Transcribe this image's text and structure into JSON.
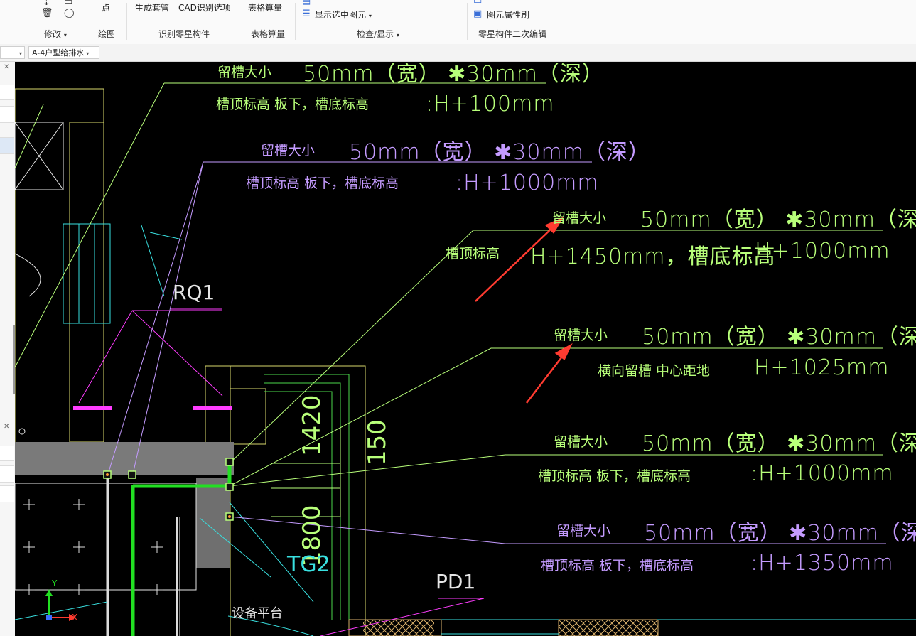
{
  "ribbon": {
    "modify": {
      "label": "修改"
    },
    "draw": {
      "btn": "点",
      "label": "绘图"
    },
    "identify": {
      "btn1": "生成套管",
      "btn2": "CAD识别选项",
      "label": "识别零星构件"
    },
    "table": {
      "btn": "表格算量",
      "label": "表格算量"
    },
    "check": {
      "btn1": "显示选中图元",
      "label": "检查/显示"
    },
    "secondary": {
      "btn1": "图元属性刷",
      "label": "零星构件二次编辑"
    }
  },
  "subbar": {
    "combo_drawing": "A-4户型给排水"
  },
  "cad": {
    "annotations": [
      {
        "size": "留槽大小",
        "dims": "50mm（宽） ✱30mm（深）",
        "elev_label": "槽顶标高 板下，槽底标高",
        "elev_value": ":H+100mm"
      },
      {
        "size": "留槽大小",
        "dims": "50mm（宽） ✱30mm（深）",
        "elev_label": "槽顶标高 板下，槽底标高",
        "elev_value": ":H+1000mm"
      },
      {
        "size": "留槽大小",
        "dims": "50mm（宽） ✱30mm（深）",
        "elev_label": "槽顶标高",
        "elev_mid": "H+1450mm，槽底标高",
        "elev_value": ":H+1000mm"
      },
      {
        "size": "留槽大小",
        "dims": "50mm（宽） ✱30mm（深）",
        "elev_label": "横向留槽 中心距地",
        "elev_value": "H+1025mm"
      },
      {
        "size": "留槽大小",
        "dims": "50mm（宽） ✱30mm（深）",
        "elev_label": "槽顶标高 板下，槽底标高",
        "elev_value": ":H+1000mm"
      },
      {
        "size": "留槽大小",
        "dims": "50mm（宽） ✱30mm（深）",
        "elev_label": "槽顶标高 板下，槽底标高",
        "elev_value": ":H+1350mm"
      }
    ],
    "labels": {
      "rq1": "RQ1",
      "pd1": "PD1",
      "platform": "设备平台",
      "dim1": "1420",
      "dim2": "150",
      "dim3": "1800",
      "tg": "TG2"
    },
    "axis": {
      "x": "X",
      "y": "Y"
    }
  },
  "colors": {
    "green_text": "#b8ff7a",
    "violet_text": "#c49bff",
    "arrow": "#ff3b30",
    "bg": "#000000"
  }
}
